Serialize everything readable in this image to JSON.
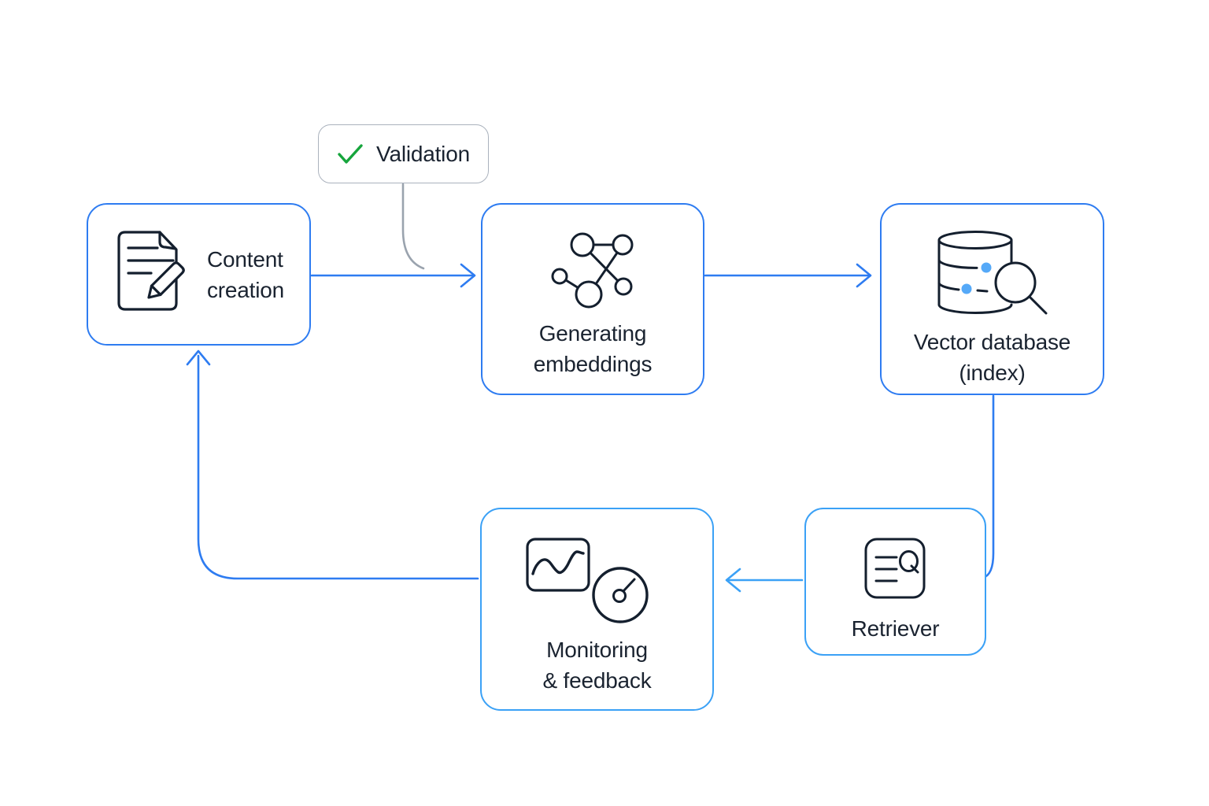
{
  "nodes": {
    "content_creation": {
      "line1": "Content",
      "line2": "creation",
      "icon": "document-edit-icon"
    },
    "generating_embeddings": {
      "line1": "Generating",
      "line2": "embeddings",
      "icon": "network-graph-icon"
    },
    "vector_database": {
      "line1": "Vector database",
      "line2": "(index)",
      "icon": "database-search-icon"
    },
    "retriever": {
      "label": "Retriever",
      "icon": "document-query-icon"
    },
    "monitoring": {
      "line1": "Monitoring",
      "line2": "& feedback",
      "icon": "chart-gauge-icon"
    }
  },
  "callout": {
    "label": "Validation",
    "icon": "checkmark-icon"
  },
  "edges": [
    {
      "from": "Content creation",
      "to": "Generating embeddings"
    },
    {
      "from": "Generating embeddings",
      "to": "Vector database (index)"
    },
    {
      "from": "Vector database (index)",
      "to": "Retriever"
    },
    {
      "from": "Retriever",
      "to": "Monitoring & feedback"
    },
    {
      "from": "Monitoring & feedback",
      "to": "Content creation"
    },
    {
      "from": "Validation",
      "to": "Content creation → Generating embeddings",
      "type": "annotation"
    }
  ],
  "colors": {
    "box_blue": "#2e7cf1",
    "box_light_blue": "#3ba1f6",
    "icon_ink": "#141f2e",
    "text_ink": "#1a2330",
    "check_green": "#16a53c",
    "callout_border": "#aab2bd",
    "connector_gray": "#9aa3ae",
    "accent_dot": "#55a9f8",
    "bg": "#ffffff"
  }
}
